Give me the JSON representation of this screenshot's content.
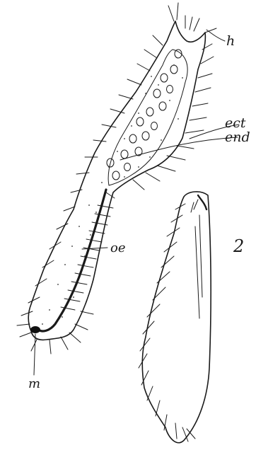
{
  "labels": {
    "h": "h",
    "ect": "ect",
    "end": "end",
    "oe": "oe",
    "m": "m",
    "fig2": "2"
  }
}
